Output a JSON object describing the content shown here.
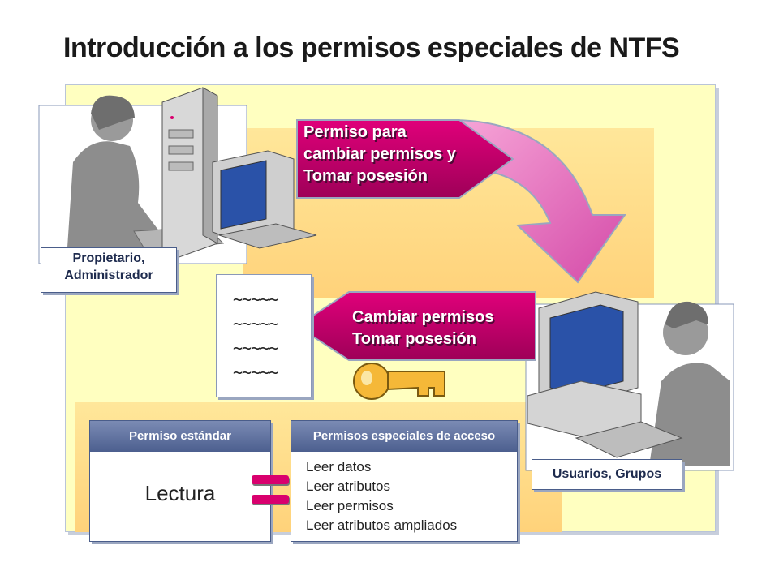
{
  "title": "Introducción a los permisos especiales de NTFS",
  "owner_label": [
    "Propietario,",
    "Administrador"
  ],
  "users_label": "Usuarios, Grupos",
  "arrow_top_lines": [
    "Permiso para",
    "cambiar permisos y",
    "Tomar posesión"
  ],
  "arrow_bottom_lines": [
    "Cambiar permisos",
    "Tomar posesión"
  ],
  "document_lines": [
    "~~~~~",
    "~~~~~",
    "~~~~~",
    "~~~~~"
  ],
  "standard_box": {
    "header": "Permiso estándar",
    "value": "Lectura"
  },
  "special_box": {
    "header": "Permisos especiales de acceso",
    "items": [
      "Leer datos",
      "Leer atributos",
      "Leer permisos",
      "Leer atributos ampliados"
    ]
  },
  "colors": {
    "panel": "#ffffc0",
    "magenta": "#c2006a",
    "header_blue": "#5a6b99",
    "key": "#f5b838"
  }
}
